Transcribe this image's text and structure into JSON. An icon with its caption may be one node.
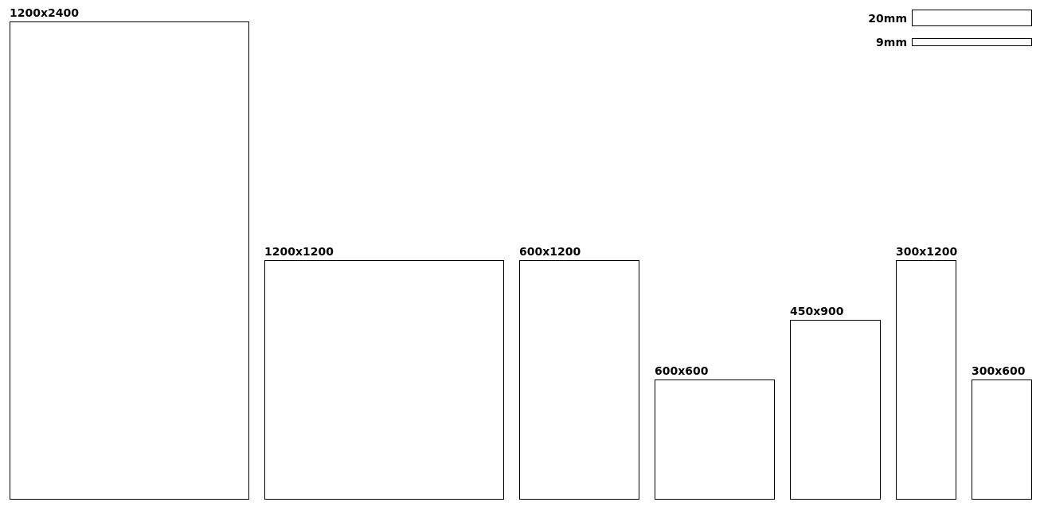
{
  "diagram": {
    "nodes": [
      {
        "text": [
          "1200x2400"
        ]
      },
      {
        "text": [
          "1200x1200"
        ]
      },
      {
        "text": [
          "600x1200"
        ]
      },
      {
        "text": [
          "600x600"
        ]
      },
      {
        "text": [
          "450x900"
        ]
      },
      {
        "text": [
          "300x1200"
        ]
      },
      {
        "text": [
          "300x600"
        ]
      },
      {
        "text": [
          "20mm"
        ]
      },
      {
        "text": [
          "9mm"
        ]
      }
    ]
  }
}
